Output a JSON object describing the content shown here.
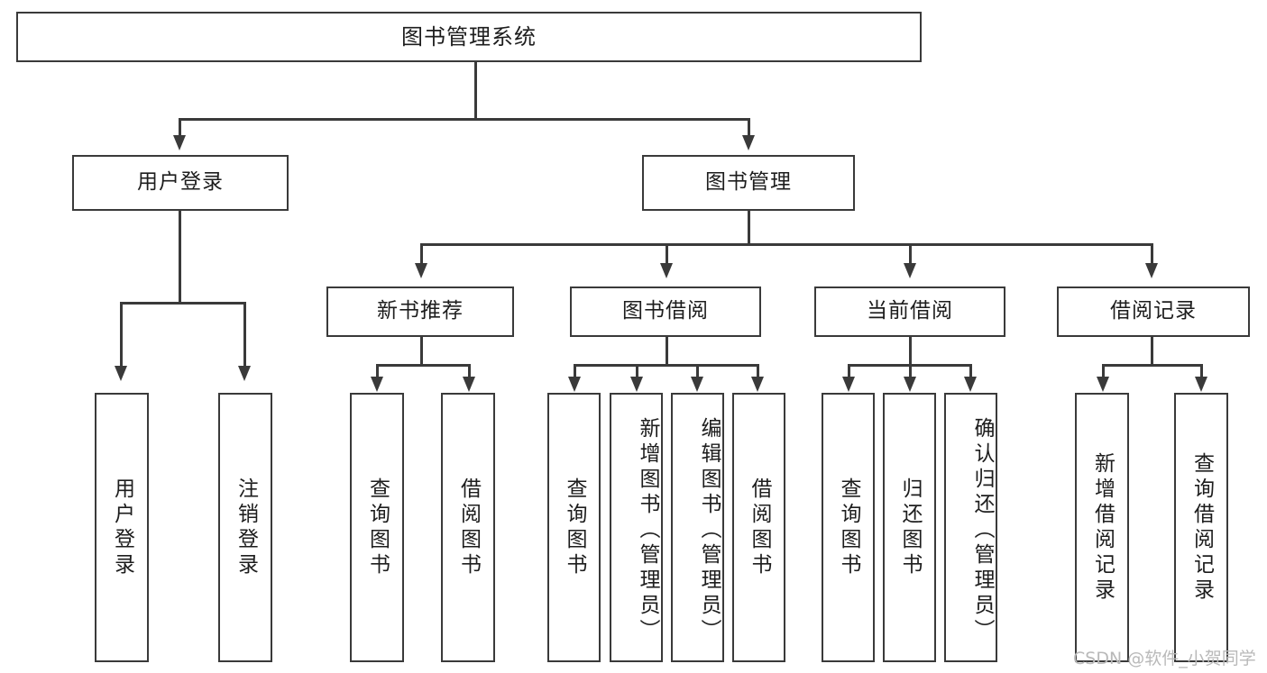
{
  "diagram": {
    "title": "图书管理系统",
    "type": "functional-structure-tree",
    "watermark": "CSDN @软件_小贺同学",
    "colors": {
      "stroke": "#3a3a3a",
      "fill": "#ffffff",
      "text": "#1d1d1d",
      "watermark": "#b9b9b9"
    }
  },
  "nodes": {
    "root": {
      "label": "图书管理系统"
    },
    "level2": [
      {
        "id": "user-login",
        "label": "用户登录"
      },
      {
        "id": "book-management",
        "label": "图书管理"
      }
    ],
    "level3": [
      {
        "id": "new-book-recommend",
        "label": "新书推荐"
      },
      {
        "id": "book-borrow",
        "label": "图书借阅"
      },
      {
        "id": "current-borrow",
        "label": "当前借阅"
      },
      {
        "id": "borrow-record",
        "label": "借阅记录"
      }
    ],
    "leaves": {
      "user_login": [
        {
          "id": "leaf-user-login",
          "label": "用户登录"
        },
        {
          "id": "leaf-logout-login",
          "label": "注销登录"
        }
      ],
      "new_book_recommend": [
        {
          "id": "leaf-query-book-1",
          "label": "查询图书"
        },
        {
          "id": "leaf-borrow-book-1",
          "label": "借阅图书"
        }
      ],
      "book_borrow": [
        {
          "id": "leaf-query-book-2",
          "label": "查询图书"
        },
        {
          "id": "leaf-add-book",
          "label": "新增图书（管理员）"
        },
        {
          "id": "leaf-edit-book",
          "label": "编辑图书（管理员）"
        },
        {
          "id": "leaf-borrow-book-2",
          "label": "借阅图书"
        }
      ],
      "current_borrow": [
        {
          "id": "leaf-query-book-3",
          "label": "查询图书"
        },
        {
          "id": "leaf-return-book",
          "label": "归还图书"
        },
        {
          "id": "leaf-confirm-return",
          "label": "确认归还（管理员）"
        }
      ],
      "borrow_record": [
        {
          "id": "leaf-add-record",
          "label": "新增借阅记录"
        },
        {
          "id": "leaf-query-record",
          "label": "查询借阅记录"
        }
      ]
    }
  }
}
